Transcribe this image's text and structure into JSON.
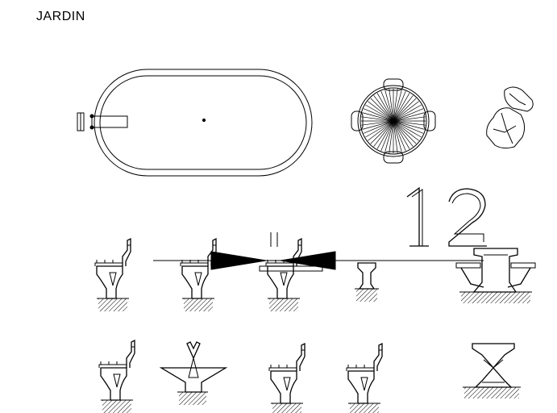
{
  "drawing": {
    "title": "JARDIN",
    "number_label": "12",
    "section_mark": "II"
  },
  "colors": {
    "line": "#000000",
    "background": "#ffffff"
  }
}
